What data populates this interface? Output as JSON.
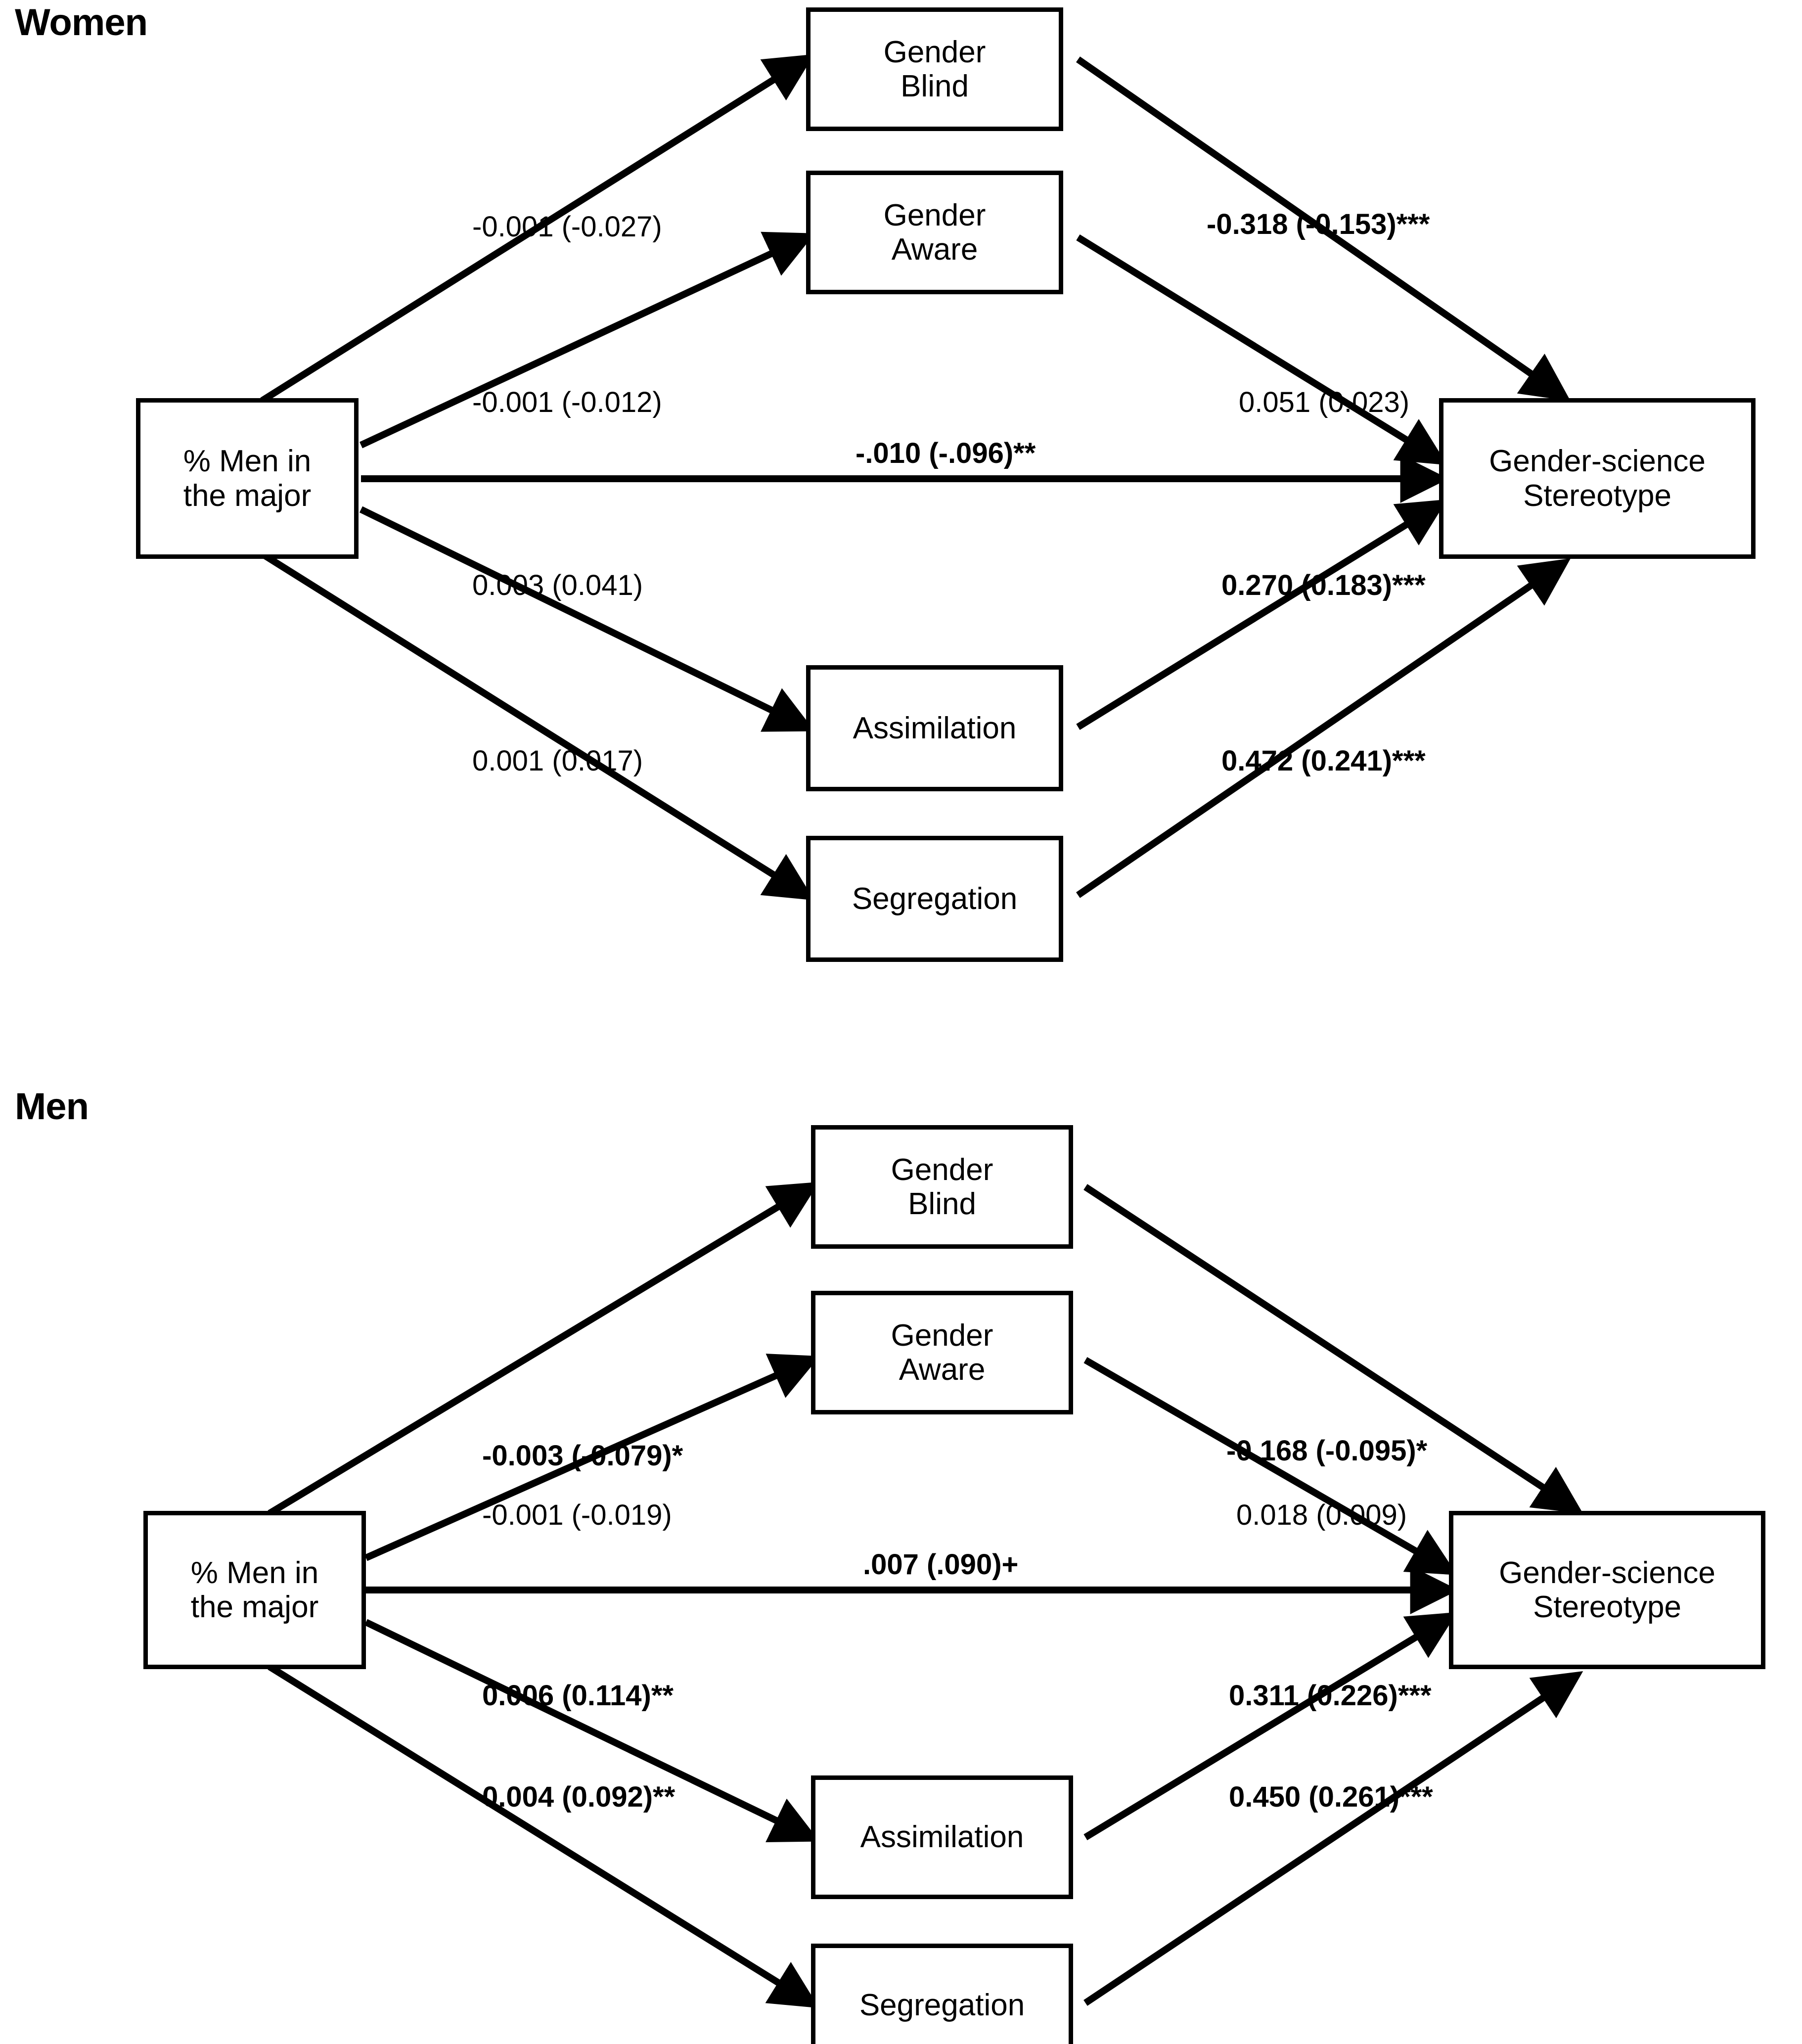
{
  "figure": {
    "type": "path-diagram",
    "note_format": "unstandardized (standardized) significance"
  },
  "panels": [
    {
      "id": "women",
      "title": "Women",
      "nodes": {
        "predictor": "% Men in\nthe major",
        "predictor_line1": "% Men in",
        "predictor_line2": "the major",
        "mediator1_line1": "Gender",
        "mediator1_line2": "Blind",
        "mediator2_line1": "Gender",
        "mediator2_line2": "Aware",
        "mediator3": "Assimilation",
        "mediator4": "Segregation",
        "outcome_line1": "Gender-science",
        "outcome_line2": "Stereotype"
      },
      "paths": {
        "x_to_blind": {
          "label": "-0.001 (-0.027)",
          "bold": false
        },
        "x_to_aware": {
          "label": "-0.001 (-0.012)",
          "bold": false
        },
        "x_to_assimilation": {
          "label": "0.003 (0.041)",
          "bold": false
        },
        "x_to_segregation": {
          "label": "0.001 (0.017)",
          "bold": false
        },
        "blind_to_y": {
          "label": "-0.318 (-0.153)***",
          "bold": true
        },
        "aware_to_y": {
          "label": "0.051 (0.023)",
          "bold": false
        },
        "assimilation_to_y": {
          "label": "0.270 (0.183)***",
          "bold": true
        },
        "segregation_to_y": {
          "label": "0.472 (0.241)***",
          "bold": true
        },
        "direct": {
          "label": "-.010 (-.096)**",
          "bold": true
        }
      }
    },
    {
      "id": "men",
      "title": "Men",
      "nodes": {
        "predictor_line1": "% Men in",
        "predictor_line2": "the major",
        "mediator1_line1": "Gender",
        "mediator1_line2": "Blind",
        "mediator2_line1": "Gender",
        "mediator2_line2": "Aware",
        "mediator3": "Assimilation",
        "mediator4": "Segregation",
        "outcome_line1": "Gender-science",
        "outcome_line2": "Stereotype"
      },
      "paths": {
        "x_to_blind": {
          "label": "-0.003 (-0.079)*",
          "bold": true
        },
        "x_to_aware": {
          "label": "-0.001 (-0.019)",
          "bold": false
        },
        "x_to_assimilation": {
          "label": "0.006 (0.114)**",
          "bold": true
        },
        "x_to_segregation": {
          "label": "0.004 (0.092)**",
          "bold": true
        },
        "blind_to_y": {
          "label": "-0.168 (-0.095)*",
          "bold": true
        },
        "aware_to_y": {
          "label": "0.018 (0.009)",
          "bold": false
        },
        "assimilation_to_y": {
          "label": "0.311 (0.226)***",
          "bold": true
        },
        "segregation_to_y": {
          "label": "0.450 (0.261)***",
          "bold": true
        },
        "direct": {
          "label": ".007 (.090)+",
          "bold": true
        }
      }
    }
  ],
  "chart_data": {
    "type": "diagram",
    "title": "Mediation model of % men in the major on gender-science stereotype",
    "groups": [
      "Women",
      "Men"
    ],
    "predictor": "% Men in the major",
    "outcome": "Gender-science Stereotype",
    "mediators": [
      "Gender Blind",
      "Gender Aware",
      "Assimilation",
      "Segregation"
    ],
    "coefficients": {
      "Women": {
        "a_paths": {
          "Gender Blind": {
            "b": -0.001,
            "beta": -0.027,
            "sig": ""
          },
          "Gender Aware": {
            "b": -0.001,
            "beta": -0.012,
            "sig": ""
          },
          "Assimilation": {
            "b": 0.003,
            "beta": 0.041,
            "sig": ""
          },
          "Segregation": {
            "b": 0.001,
            "beta": 0.017,
            "sig": ""
          }
        },
        "b_paths": {
          "Gender Blind": {
            "b": -0.318,
            "beta": -0.153,
            "sig": "***"
          },
          "Gender Aware": {
            "b": 0.051,
            "beta": 0.023,
            "sig": ""
          },
          "Assimilation": {
            "b": 0.27,
            "beta": 0.183,
            "sig": "***"
          },
          "Segregation": {
            "b": 0.472,
            "beta": 0.241,
            "sig": "***"
          }
        },
        "direct": {
          "b": -0.01,
          "beta": -0.096,
          "sig": "**"
        }
      },
      "Men": {
        "a_paths": {
          "Gender Blind": {
            "b": -0.003,
            "beta": -0.079,
            "sig": "*"
          },
          "Gender Aware": {
            "b": -0.001,
            "beta": -0.019,
            "sig": ""
          },
          "Assimilation": {
            "b": 0.006,
            "beta": 0.114,
            "sig": "**"
          },
          "Segregation": {
            "b": 0.004,
            "beta": 0.092,
            "sig": "**"
          }
        },
        "b_paths": {
          "Gender Blind": {
            "b": -0.168,
            "beta": -0.095,
            "sig": "*"
          },
          "Gender Aware": {
            "b": 0.018,
            "beta": 0.009,
            "sig": ""
          },
          "Assimilation": {
            "b": 0.311,
            "beta": 0.226,
            "sig": "***"
          },
          "Segregation": {
            "b": 0.45,
            "beta": 0.261,
            "sig": "***"
          }
        },
        "direct": {
          "b": 0.007,
          "beta": 0.09,
          "sig": "+"
        }
      }
    }
  }
}
